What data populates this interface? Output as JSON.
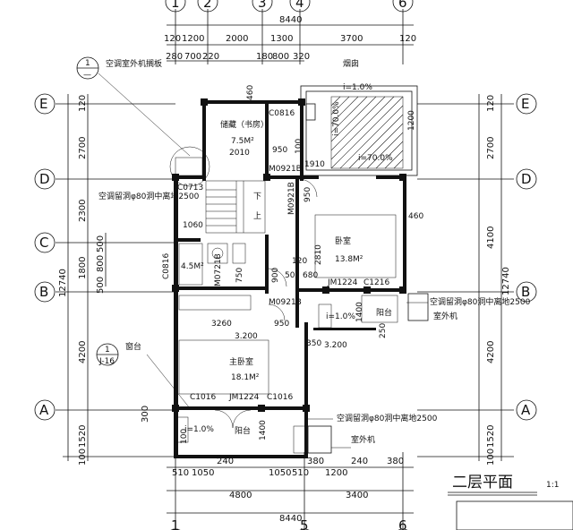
{
  "drawing": {
    "title": "二层平面",
    "scale": "1:1",
    "axes_top": [
      "1",
      "2",
      "3",
      "4",
      "6"
    ],
    "axes_bottom": [
      "1",
      "5",
      "6"
    ],
    "axes_left": [
      "E",
      "D",
      "C",
      "B",
      "A"
    ],
    "axes_right": [
      "E",
      "D",
      "B",
      "A"
    ],
    "dims_top_total": "8440",
    "dims_top_row1": [
      "120",
      "1200",
      "2000",
      "1300",
      "3700",
      "120"
    ],
    "dims_top_row2": [
      "280",
      "700",
      "220",
      "180",
      "800",
      "320"
    ],
    "dims_bottom_row1": [
      "510",
      "1050",
      "240",
      "1050",
      "510",
      "380",
      "1200",
      "240",
      "380"
    ],
    "dims_bottom_row2": [
      "4800",
      "3400"
    ],
    "dims_bottom_total": "8440",
    "dims_left": [
      "120",
      "2700",
      "2300",
      "500",
      "800",
      "500",
      "1800",
      "4200",
      "300",
      "1520",
      "100"
    ],
    "dims_left_total": "12740",
    "dims_right": [
      "120",
      "2700",
      "4100",
      "4200",
      "1520",
      "100"
    ],
    "dims_right_total": "12740",
    "rooms": {
      "study_name": "储藏（书房）",
      "study_area": "7.5M²",
      "bedroom_name": "卧室",
      "bedroom_area": "13.8M²",
      "master_name": "主卧室",
      "master_area": "18.1M²",
      "bath_area": "4.5M²",
      "balcony": "阳台",
      "balcony2": "阳台",
      "roof": "烟囱",
      "level": "3.200",
      "level2": "3.200"
    },
    "openings": {
      "c0816_top": "C0816",
      "m0921_a": "M0921B",
      "m0921_b": "M0921B",
      "m0921_c": "M0921B",
      "c0713": "C0713",
      "c0816_left": "C0816",
      "jm1224_a": "JM1224",
      "c1216": "C1216",
      "c1016_a": "C1016",
      "jm1224_b": "JM1224",
      "c1016_b": "C1016",
      "m0721": "M0721B"
    },
    "notes": {
      "ac_board": "空调室外机搁板",
      "ac_pipe_1": "空调留洞φ80洞中离地2500",
      "ac_pipe_2": "空调留洞φ80洞中离地2500",
      "ac_pipe_3": "空调留洞φ80洞中离地2500",
      "outdoor_unit_1": "室外机",
      "outdoor_unit_2": "室外机",
      "window_sill": "窗台",
      "detail_ref_1": "1",
      "detail_ref_1b": "—",
      "detail_ref_2": "1",
      "detail_ref_2b": "J-16",
      "slope_1": "i=1.0%",
      "slope_2": "i=70.0%",
      "slope_3": "i=70.0%",
      "slope_4": "i=1.0%",
      "slope_5": "i=1.0%",
      "stair_down": "下",
      "stair_up": "上"
    },
    "inner_dims": {
      "d460_top": "460",
      "d2010": "2010",
      "d950_a": "950",
      "d100": "100",
      "d1910": "1910",
      "d1200": "1200",
      "d950_b": "950",
      "d460_r": "460",
      "d1060": "1060",
      "d2810": "2810",
      "d120": "120",
      "d50": "50",
      "d680": "680",
      "d900": "900",
      "d750": "750",
      "d3260": "3260",
      "d950_c": "950",
      "d350": "350",
      "d1400": "1400",
      "d100b": "100",
      "d1400b": "1400",
      "d250": "250"
    }
  }
}
